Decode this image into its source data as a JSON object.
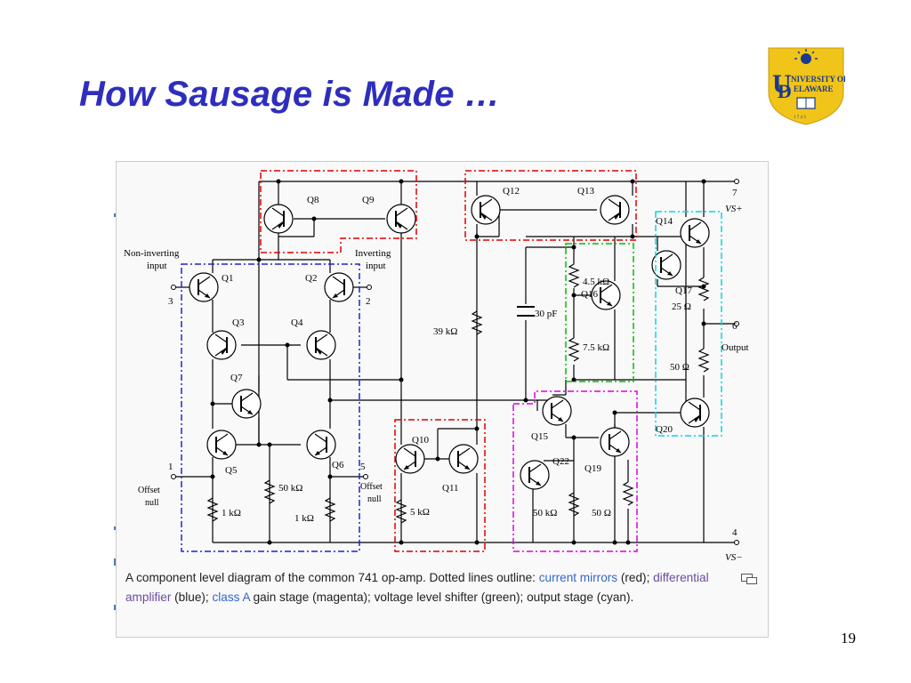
{
  "slide": {
    "title": "How Sausage is Made …",
    "page_number": "19"
  },
  "logo": {
    "line1": "NIVERSITY OF",
    "line2": "ELAWARE",
    "year": "1 7 4 3",
    "colors": {
      "shield": "#f0c419",
      "blue": "#1b3a8c"
    }
  },
  "figure": {
    "caption": {
      "part1": "A component level diagram of the common 741 op-amp. Dotted lines outline: ",
      "link1": "current mirrors",
      "part2": " (red); ",
      "link2": "differential amplifier",
      "part3": " (blue); ",
      "link3": "class A",
      "part4": " gain stage (magenta); voltage level shifter (green); output stage (cyan)."
    }
  },
  "diagram": {
    "transistors": [
      "Q1",
      "Q2",
      "Q3",
      "Q4",
      "Q5",
      "Q6",
      "Q7",
      "Q8",
      "Q9",
      "Q10",
      "Q11",
      "Q12",
      "Q13",
      "Q14",
      "Q15",
      "Q16",
      "Q17",
      "Q19",
      "Q20",
      "Q22"
    ],
    "resistors": [
      "39 kΩ",
      "4.5 kΩ",
      "7.5 kΩ",
      "25 Ω",
      "50 Ω",
      "50 kΩ",
      "1 kΩ",
      "1 kΩ",
      "5 kΩ",
      "50 kΩ",
      "50 Ω"
    ],
    "capacitor": "30 pF",
    "pins": {
      "noninv_label_1": "Non-inverting",
      "noninv_label_2": "input",
      "noninv_num": "3",
      "inv_label_1": "Inverting",
      "inv_label_2": "input",
      "inv_num": "2",
      "vsp_num": "7",
      "vsp_label": "VS+",
      "out_num": "6",
      "out_label": "Output",
      "vsn_num": "4",
      "vsn_label": "VS−",
      "offset1_num": "1",
      "offset5_num": "5",
      "offset_label_1": "Offset",
      "offset_label_2": "null"
    },
    "colors": {
      "current_mirror": "#e00000",
      "differential": "#2020e0",
      "gain_stage": "#e000e0",
      "level_shifter": "#00c000",
      "output_stage": "#00d8e8"
    }
  }
}
